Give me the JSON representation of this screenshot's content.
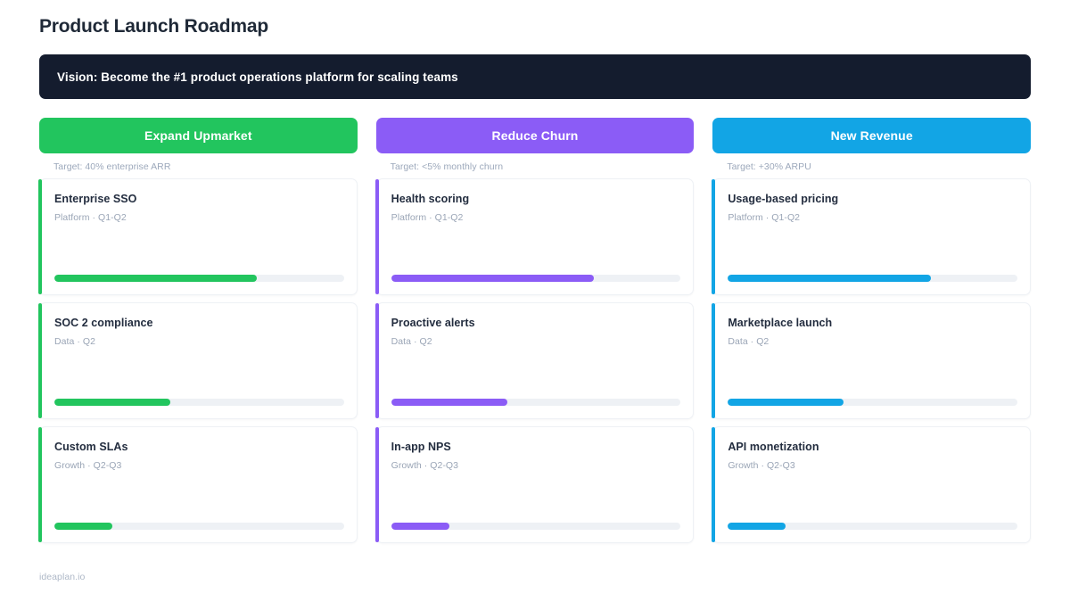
{
  "page": {
    "title": "Product Launch Roadmap",
    "footer": "ideaplan.io"
  },
  "vision": {
    "text": "Vision: Become the #1 product operations platform for scaling teams",
    "background_color": "#141c2e"
  },
  "columns": [
    {
      "title": "Expand Upmarket",
      "target": "Target: 40% enterprise ARR",
      "color": "#22c55e",
      "cards": [
        {
          "title": "Enterprise SSO",
          "meta": "Platform · Q1-Q2",
          "progress": 70
        },
        {
          "title": "SOC 2 compliance",
          "meta": "Data · Q2",
          "progress": 40
        },
        {
          "title": "Custom SLAs",
          "meta": "Growth · Q2-Q3",
          "progress": 20
        }
      ]
    },
    {
      "title": "Reduce Churn",
      "target": "Target: <5% monthly churn",
      "color": "#8b5cf6",
      "cards": [
        {
          "title": "Health scoring",
          "meta": "Platform · Q1-Q2",
          "progress": 70
        },
        {
          "title": "Proactive alerts",
          "meta": "Data · Q2",
          "progress": 40
        },
        {
          "title": "In-app NPS",
          "meta": "Growth · Q2-Q3",
          "progress": 20
        }
      ]
    },
    {
      "title": "New Revenue",
      "target": "Target: +30% ARPU",
      "color": "#12a5e5",
      "cards": [
        {
          "title": "Usage-based pricing",
          "meta": "Platform · Q1-Q2",
          "progress": 70
        },
        {
          "title": "Marketplace launch",
          "meta": "Data · Q2",
          "progress": 40
        },
        {
          "title": "API monetization",
          "meta": "Growth · Q2-Q3",
          "progress": 20
        }
      ]
    }
  ]
}
